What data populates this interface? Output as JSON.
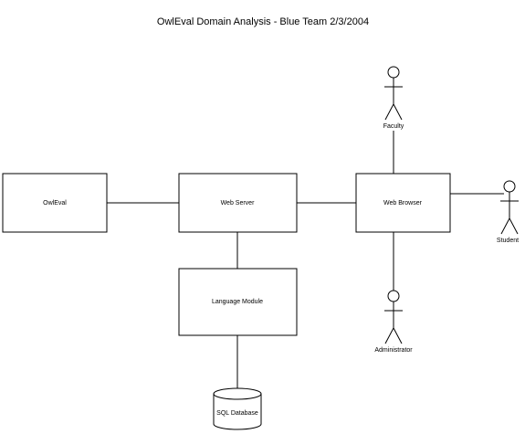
{
  "title": "OwlEval Domain Analysis - Blue Team 2/3/2004",
  "components": {
    "owleval": "OwlEval",
    "web_server": "Web Server",
    "web_browser": "Web Browser",
    "language_module": "Language Module",
    "sql_database": "SQL Database"
  },
  "actors": {
    "faculty": "Faculty",
    "student": "Student",
    "administrator": "Administrator"
  },
  "connections": [
    {
      "from": "OwlEval",
      "to": "Web Server"
    },
    {
      "from": "Web Server",
      "to": "Web Browser"
    },
    {
      "from": "Web Server",
      "to": "Language Module"
    },
    {
      "from": "Language Module",
      "to": "SQL Database"
    },
    {
      "from": "Faculty",
      "to": "Web Browser"
    },
    {
      "from": "Web Browser",
      "to": "Student"
    },
    {
      "from": "Web Browser",
      "to": "Administrator"
    }
  ],
  "colors": {
    "stroke": "#000000",
    "background": "#ffffff"
  }
}
